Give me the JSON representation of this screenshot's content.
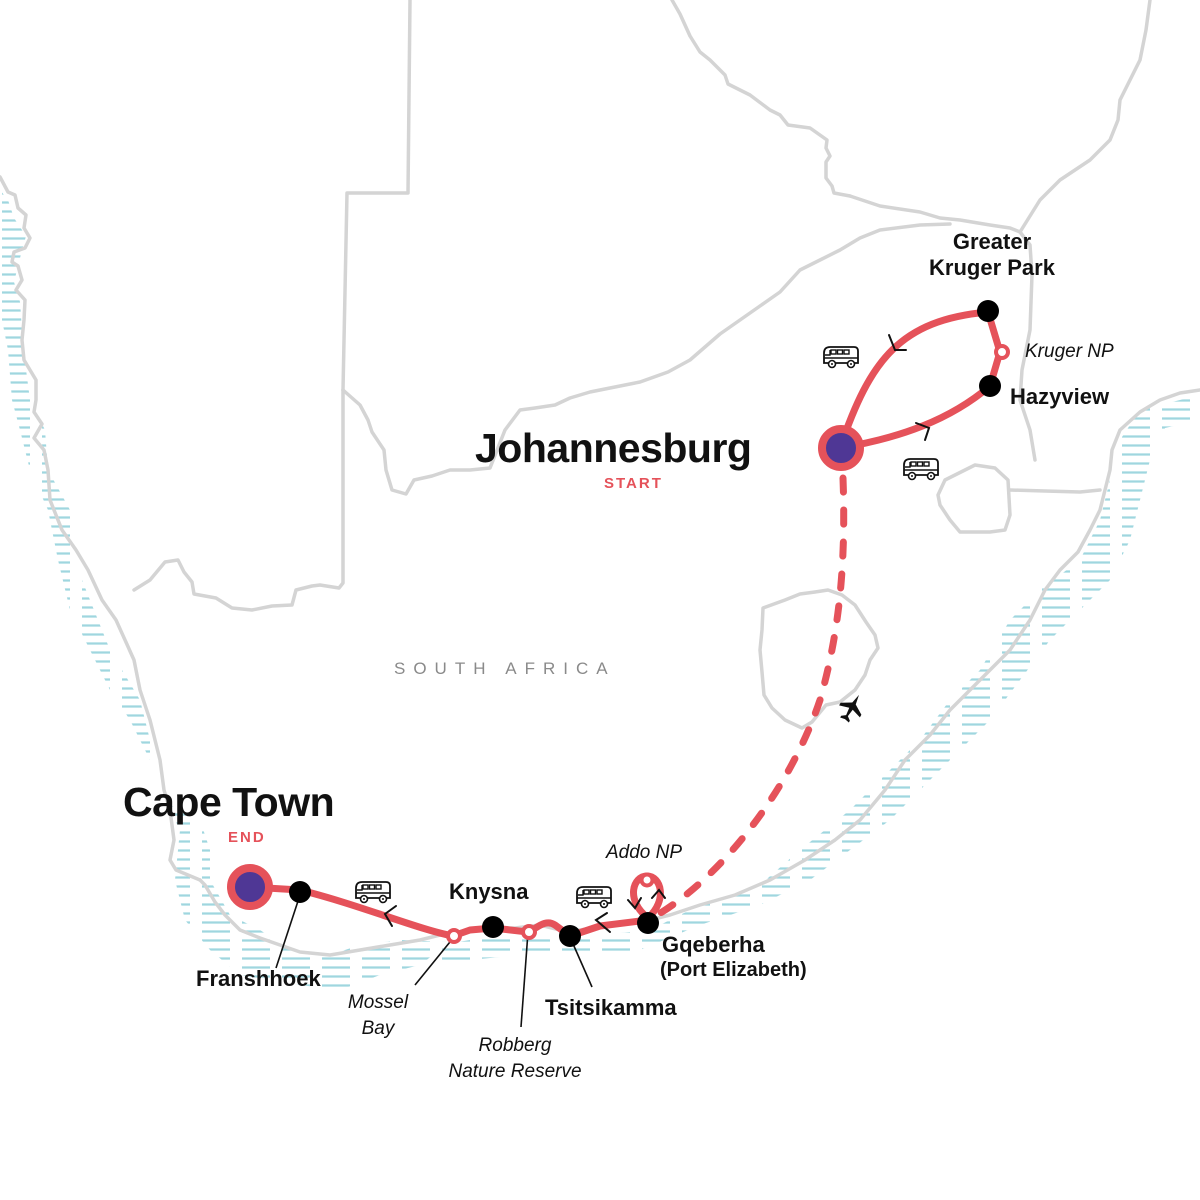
{
  "map": {
    "country_label": "SOUTH AFRICA",
    "colors": {
      "route": "#e5525a",
      "endpoint_fill": "#4f3795",
      "stop_fill": "#000000",
      "border": "#d4d4d4",
      "water_hatch": "#9fd6df",
      "country_label": "#8a8a8a"
    }
  },
  "endpoints": {
    "start": {
      "name": "Johannesburg",
      "tag": "START"
    },
    "end": {
      "name": "Cape Town",
      "tag": "END"
    }
  },
  "stops": [
    {
      "name_line1": "Greater",
      "name_line2": "Kruger Park"
    },
    {
      "name": "Hazyview"
    },
    {
      "name": "Knysna"
    },
    {
      "name": "Tsitsikamma"
    },
    {
      "name": "Gqeberha",
      "subname": "(Port Elizabeth)"
    },
    {
      "name": "Franshhoek"
    }
  ],
  "waypoints": [
    {
      "name": "Kruger NP"
    },
    {
      "name": "Addo NP"
    },
    {
      "name_line1": "Mossel",
      "name_line2": "Bay"
    },
    {
      "name_line1": "Robberg",
      "name_line2": "Nature Reserve"
    }
  ],
  "transport_icons": [
    {
      "type": "bus-icon",
      "segment": "Johannesburg to Greater Kruger Park"
    },
    {
      "type": "bus-icon",
      "segment": "Hazyview to Johannesburg"
    },
    {
      "type": "plane-icon",
      "segment": "Johannesburg to Gqeberha"
    },
    {
      "type": "bus-icon",
      "segment": "Gqeberha to Tsitsikamma"
    },
    {
      "type": "bus-icon",
      "segment": "Mossel Bay to Cape Town"
    }
  ]
}
